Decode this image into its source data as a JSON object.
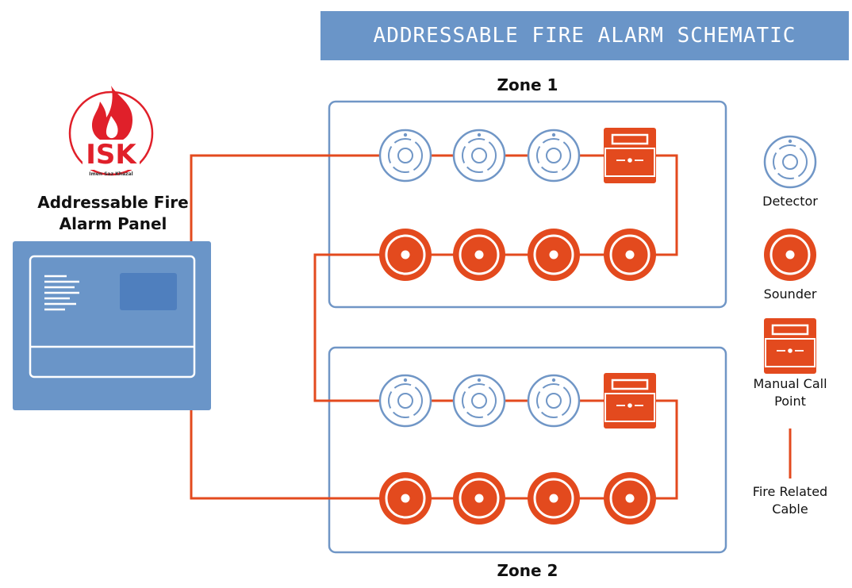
{
  "title": "ADDRESSABLE FIRE ALARM SCHEMATIC",
  "logo": {
    "mark": "ISK",
    "subtitle": "Imen Saz Khazal"
  },
  "panel": {
    "label": "Addressable Fire Alarm Panel",
    "line1": "Addressable Fire",
    "line2": "Alarm Panel"
  },
  "zones": [
    {
      "label": "Zone 1",
      "devices_top": [
        "detector",
        "detector",
        "detector",
        "manual-call-point"
      ],
      "devices_bottom": [
        "sounder",
        "sounder",
        "sounder",
        "sounder"
      ]
    },
    {
      "label": "Zone 2",
      "devices_top": [
        "detector",
        "detector",
        "detector",
        "manual-call-point"
      ],
      "devices_bottom": [
        "sounder",
        "sounder",
        "sounder",
        "sounder"
      ]
    }
  ],
  "legend": {
    "detector": "Detector",
    "sounder": "Sounder",
    "mcp_line1": "Manual Call",
    "mcp_line2": "Point",
    "cable_line1": "Fire Related",
    "cable_line2": "Cable"
  },
  "colors": {
    "blue": "#6a95c8",
    "orange": "#e34a1e",
    "red": "#e0202a",
    "line_blue": "#7096c6"
  }
}
